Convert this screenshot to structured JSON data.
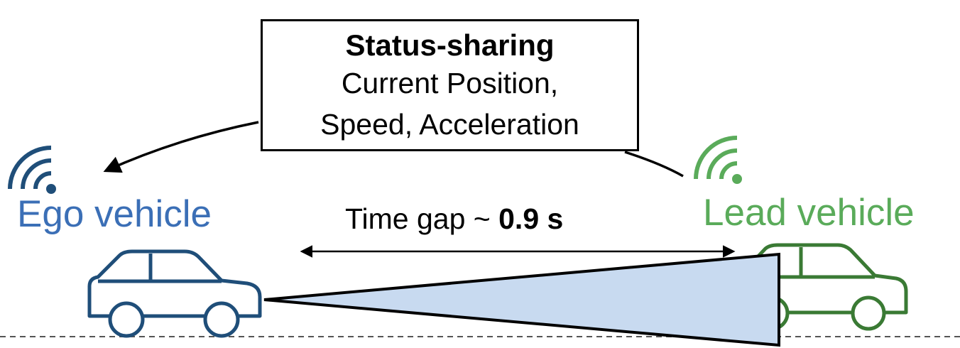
{
  "status_box": {
    "title": "Status-sharing",
    "line1": "Current Position,",
    "line2": "Speed, Acceleration"
  },
  "ego": {
    "label": "Ego vehicle",
    "color": "#3b6fb6",
    "car_color": "#1f4e79"
  },
  "lead": {
    "label": "Lead vehicle",
    "color": "#5aab5a",
    "car_color": "#3a7a34"
  },
  "time_gap": {
    "prefix": "Time gap ~ ",
    "value": "0.9 s"
  },
  "colors": {
    "sensor_cone_fill": "#c8daf0",
    "road_line": "#555555",
    "arrow": "#000000"
  }
}
